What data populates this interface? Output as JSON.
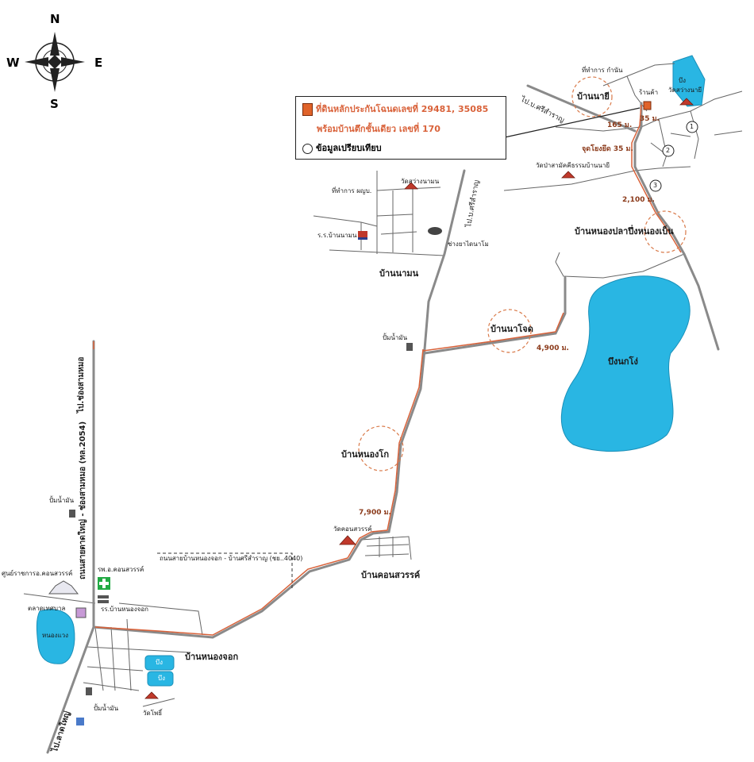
{
  "compass": {
    "north": "N",
    "south": "S",
    "east": "E",
    "west": "W"
  },
  "legend": {
    "line1": "ที่ดินหลักประกันโฉนดเลขที่  29481, 35085",
    "line2": "พร้อมบ้านตึกชั้นเดียว เลขที่ 170",
    "line3": "ข้อมูลเปรียบเทียบ"
  },
  "villages": {
    "ban_na_yi": "บ้านนายี",
    "ban_nong_pla_pueng": "บ้านหนองปลาปึ่งหนองเบ็น",
    "ban_na_mon": "บ้านนามน",
    "ban_na_chot": "บ้านนาโจด",
    "ban_nong_ko": "บ้านหนองโก",
    "ban_khon_sawan": "บ้านคอนสวรรค์",
    "ban_nong_chok": "บ้านหนองจอก"
  },
  "places": {
    "kamnan_office": "ที่ทำการ กำนัน",
    "store": "ร้านค้า",
    "wat_sawang_na_yi": "วัดสว่างนายี",
    "bueng_na_yi": "บึง",
    "junction": "จุดโยงยึด 35 ม.",
    "wat_pa": "วัดป่าสามัคคีธรรมบ้านนายี",
    "wat_sawang_na_mon": "วัดสว่างนามน",
    "pyb_office": "ที่ทำการ ผญบ.",
    "school_na_mon": "ร.ร.บ้านนามน",
    "mechanic": "ช่างยาไดนาโม",
    "gas_station_1": "ปั้มน้ำมัน",
    "lake": "บึงนกโง่",
    "wat_khon_sawan": "วัดคอนสวรรค์",
    "government_center": "ศูนย์ราชการอ.คอนสวรรค์",
    "municipal_market": "ตลาดเทศบาล",
    "nong_waeng": "หนองแวง",
    "hospital": "รพ.อ.คอนสวรรค์",
    "school_nong_chok": "รร.บ้านหนองจอก",
    "bueng_a": "บึง",
    "bueng_b": "บึง",
    "wat_pho": "วัดโพธิ์",
    "gas_station_2": "ปั้มน้ำมัน",
    "gas_station_3": "ปั้มน้ำมัน"
  },
  "roads": {
    "to_si_samran_1": "ไป.บ.ศรีสำราญ",
    "to_si_samran_2": "ไป.บ.ศรีสำราญ",
    "to_chong_sam_mo": "ไป.ช่องสามหมอ",
    "highway_2054": "ถนนสายตาดใหญ่ - ช่องสามหมอ (ทล.2054)",
    "rural_road_4040": "ถนนสายบ้านหนองจอก - บ้านศรีสำราญ (ชย..4040)",
    "to_lat_yai": "ไป.ลาดใหญ่"
  },
  "distances": {
    "d165": "165 ม.",
    "d35": "35 ม.",
    "d2100": "2,100 ม.",
    "d4900": "4,900 ม.",
    "d7900": "7,900 ม."
  },
  "markers": {
    "m1": "1",
    "m2": "2",
    "m3": "3"
  },
  "colors": {
    "water": "#29b6e3",
    "water_edge": "#1a8fb8",
    "main_road": "#8a8a8a",
    "route_line": "#d9623a",
    "local_road": "#666666",
    "circle": "#d97a4a",
    "temple": "#c0392b",
    "plot_marker": "#e0632a",
    "hospital": "#22aa44"
  }
}
